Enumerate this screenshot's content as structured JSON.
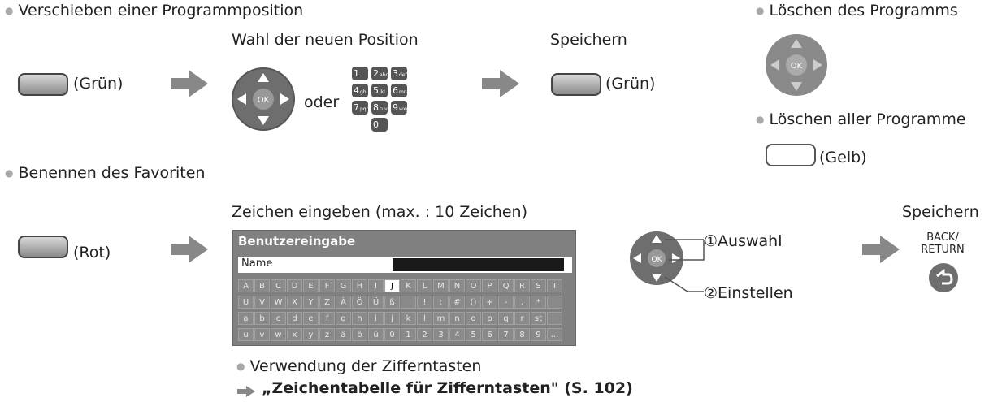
{
  "section1": {
    "heading": "Verschieben einer Programmposition",
    "btn1_label": "(Grün)",
    "step_select": "Wahl der neuen Position",
    "oder": "oder",
    "step_save": "Speichern",
    "btn2_label": "(Grün)"
  },
  "numpad": {
    "keys": [
      "1",
      "2",
      "3",
      "4",
      "5",
      "6",
      "7",
      "8",
      "9",
      "0"
    ],
    "subs": [
      "",
      "abc",
      "def",
      "ghi",
      "jkl",
      "mno",
      "pqrs",
      "tuv",
      "wxyz",
      ""
    ]
  },
  "ok_label": "OK",
  "section_delete": {
    "heading": "Löschen des Programms",
    "all_heading": "Löschen aller Programme",
    "btn_label": "(Gelb)"
  },
  "section2": {
    "heading": "Benennen des Favoriten",
    "btn_label": "(Rot)",
    "step_input": "Zeichen eingeben (max. : 10 Zeichen)",
    "save_label": "Speichern",
    "back_label_1": "BACK/",
    "back_label_2": "RETURN"
  },
  "keyboard": {
    "title": "Benutzereingabe",
    "name_label": "Name",
    "rows": [
      [
        "A",
        "B",
        "C",
        "D",
        "E",
        "F",
        "G",
        "H",
        "I",
        "J",
        "K",
        "L",
        "M",
        "N",
        "O",
        "P",
        "Q",
        "R",
        "S",
        "T"
      ],
      [
        "U",
        "V",
        "W",
        "X",
        "Y",
        "Z",
        "À",
        "Ö",
        "Ü",
        "ß",
        "",
        "!",
        ":",
        "#",
        "()",
        "+",
        "-",
        ".",
        "*",
        ""
      ],
      [
        "a",
        "b",
        "c",
        "d",
        "e",
        "f",
        "g",
        "h",
        "i",
        "j",
        "k",
        "l",
        "m",
        "n",
        "o",
        "p",
        "q",
        "r",
        "st",
        ""
      ],
      [
        "u",
        "v",
        "w",
        "x",
        "y",
        "z",
        "ä",
        "ö",
        "ü",
        "0",
        "1",
        "2",
        "3",
        "4",
        "5",
        "6",
        "7",
        "8",
        "9",
        "..."
      ]
    ],
    "selected": "J"
  },
  "nav_hints": {
    "select": "①Auswahl",
    "set": "②Einstellen"
  },
  "numeric_note": {
    "bullet": "Verwendung der Zifferntasten",
    "link": "„Zeichentabelle für Zifferntasten\" (S. 102)"
  },
  "colors": {
    "arrow": "#888888",
    "button_gray": "#9a9a9a",
    "dpad": "#6e6e6e"
  }
}
